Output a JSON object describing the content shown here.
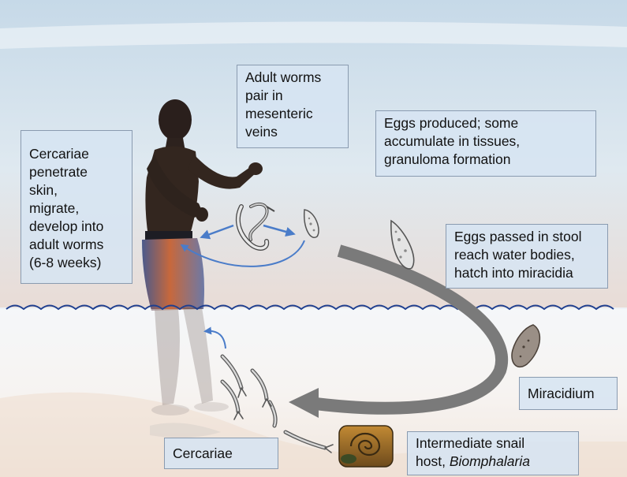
{
  "labels": {
    "adult_worms": [
      "Adult worms",
      "pair in",
      "mesenteric",
      "veins"
    ],
    "eggs_produced": [
      "Eggs produced; some",
      "accumulate in tissues,",
      "granuloma formation"
    ],
    "cercariae_penetrate": [
      "Cercariae",
      "penetrate",
      "skin,",
      "migrate,",
      "develop into",
      "adult worms",
      "(6-8 weeks)"
    ],
    "eggs_passed": [
      "Eggs passed in stool",
      "reach water bodies,",
      "hatch into miracidia"
    ],
    "miracidium": "Miracidium",
    "cercariae": "Cercariae",
    "snail_host": {
      "line1": "Intermediate snail",
      "line2_prefix": "host, ",
      "line2_italic": "Biomphalaria"
    }
  },
  "colors": {
    "cycle_arrow": "#7a7a7a",
    "blue_arrow": "#4a7cc9",
    "water_line": "#1f3f8f",
    "box_fill": "#d6e4f2"
  }
}
